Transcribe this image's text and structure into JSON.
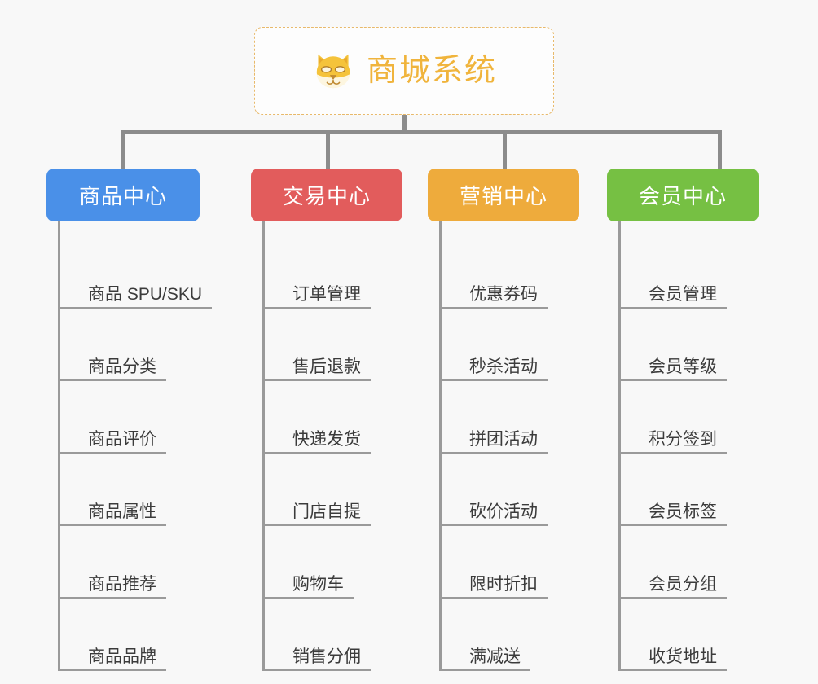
{
  "page": {
    "background_color": "#f8f8f8",
    "line_color": "#8c8c8c"
  },
  "root": {
    "title": "商城系统",
    "icon": "shiba-dog-face-emoji",
    "text_color": "#f0b43c",
    "border_color": "#e8b96a",
    "border_style": "dashed"
  },
  "columns": [
    {
      "title": "商品中心",
      "color": "#4a90e8",
      "items": [
        "商品 SPU/SKU",
        "商品分类",
        "商品评价",
        "商品属性",
        "商品推荐",
        "商品品牌"
      ]
    },
    {
      "title": "交易中心",
      "color": "#e25c5c",
      "items": [
        "订单管理",
        "售后退款",
        "快递发货",
        "门店自提",
        "购物车",
        "销售分佣"
      ]
    },
    {
      "title": "营销中心",
      "color": "#eeab3c",
      "items": [
        "优惠券码",
        "秒杀活动",
        "拼团活动",
        "砍价活动",
        "限时折扣",
        "满减送"
      ]
    },
    {
      "title": "会员中心",
      "color": "#76c043",
      "items": [
        "会员管理",
        "会员等级",
        "积分签到",
        "会员标签",
        "会员分组",
        "收货地址"
      ]
    }
  ]
}
